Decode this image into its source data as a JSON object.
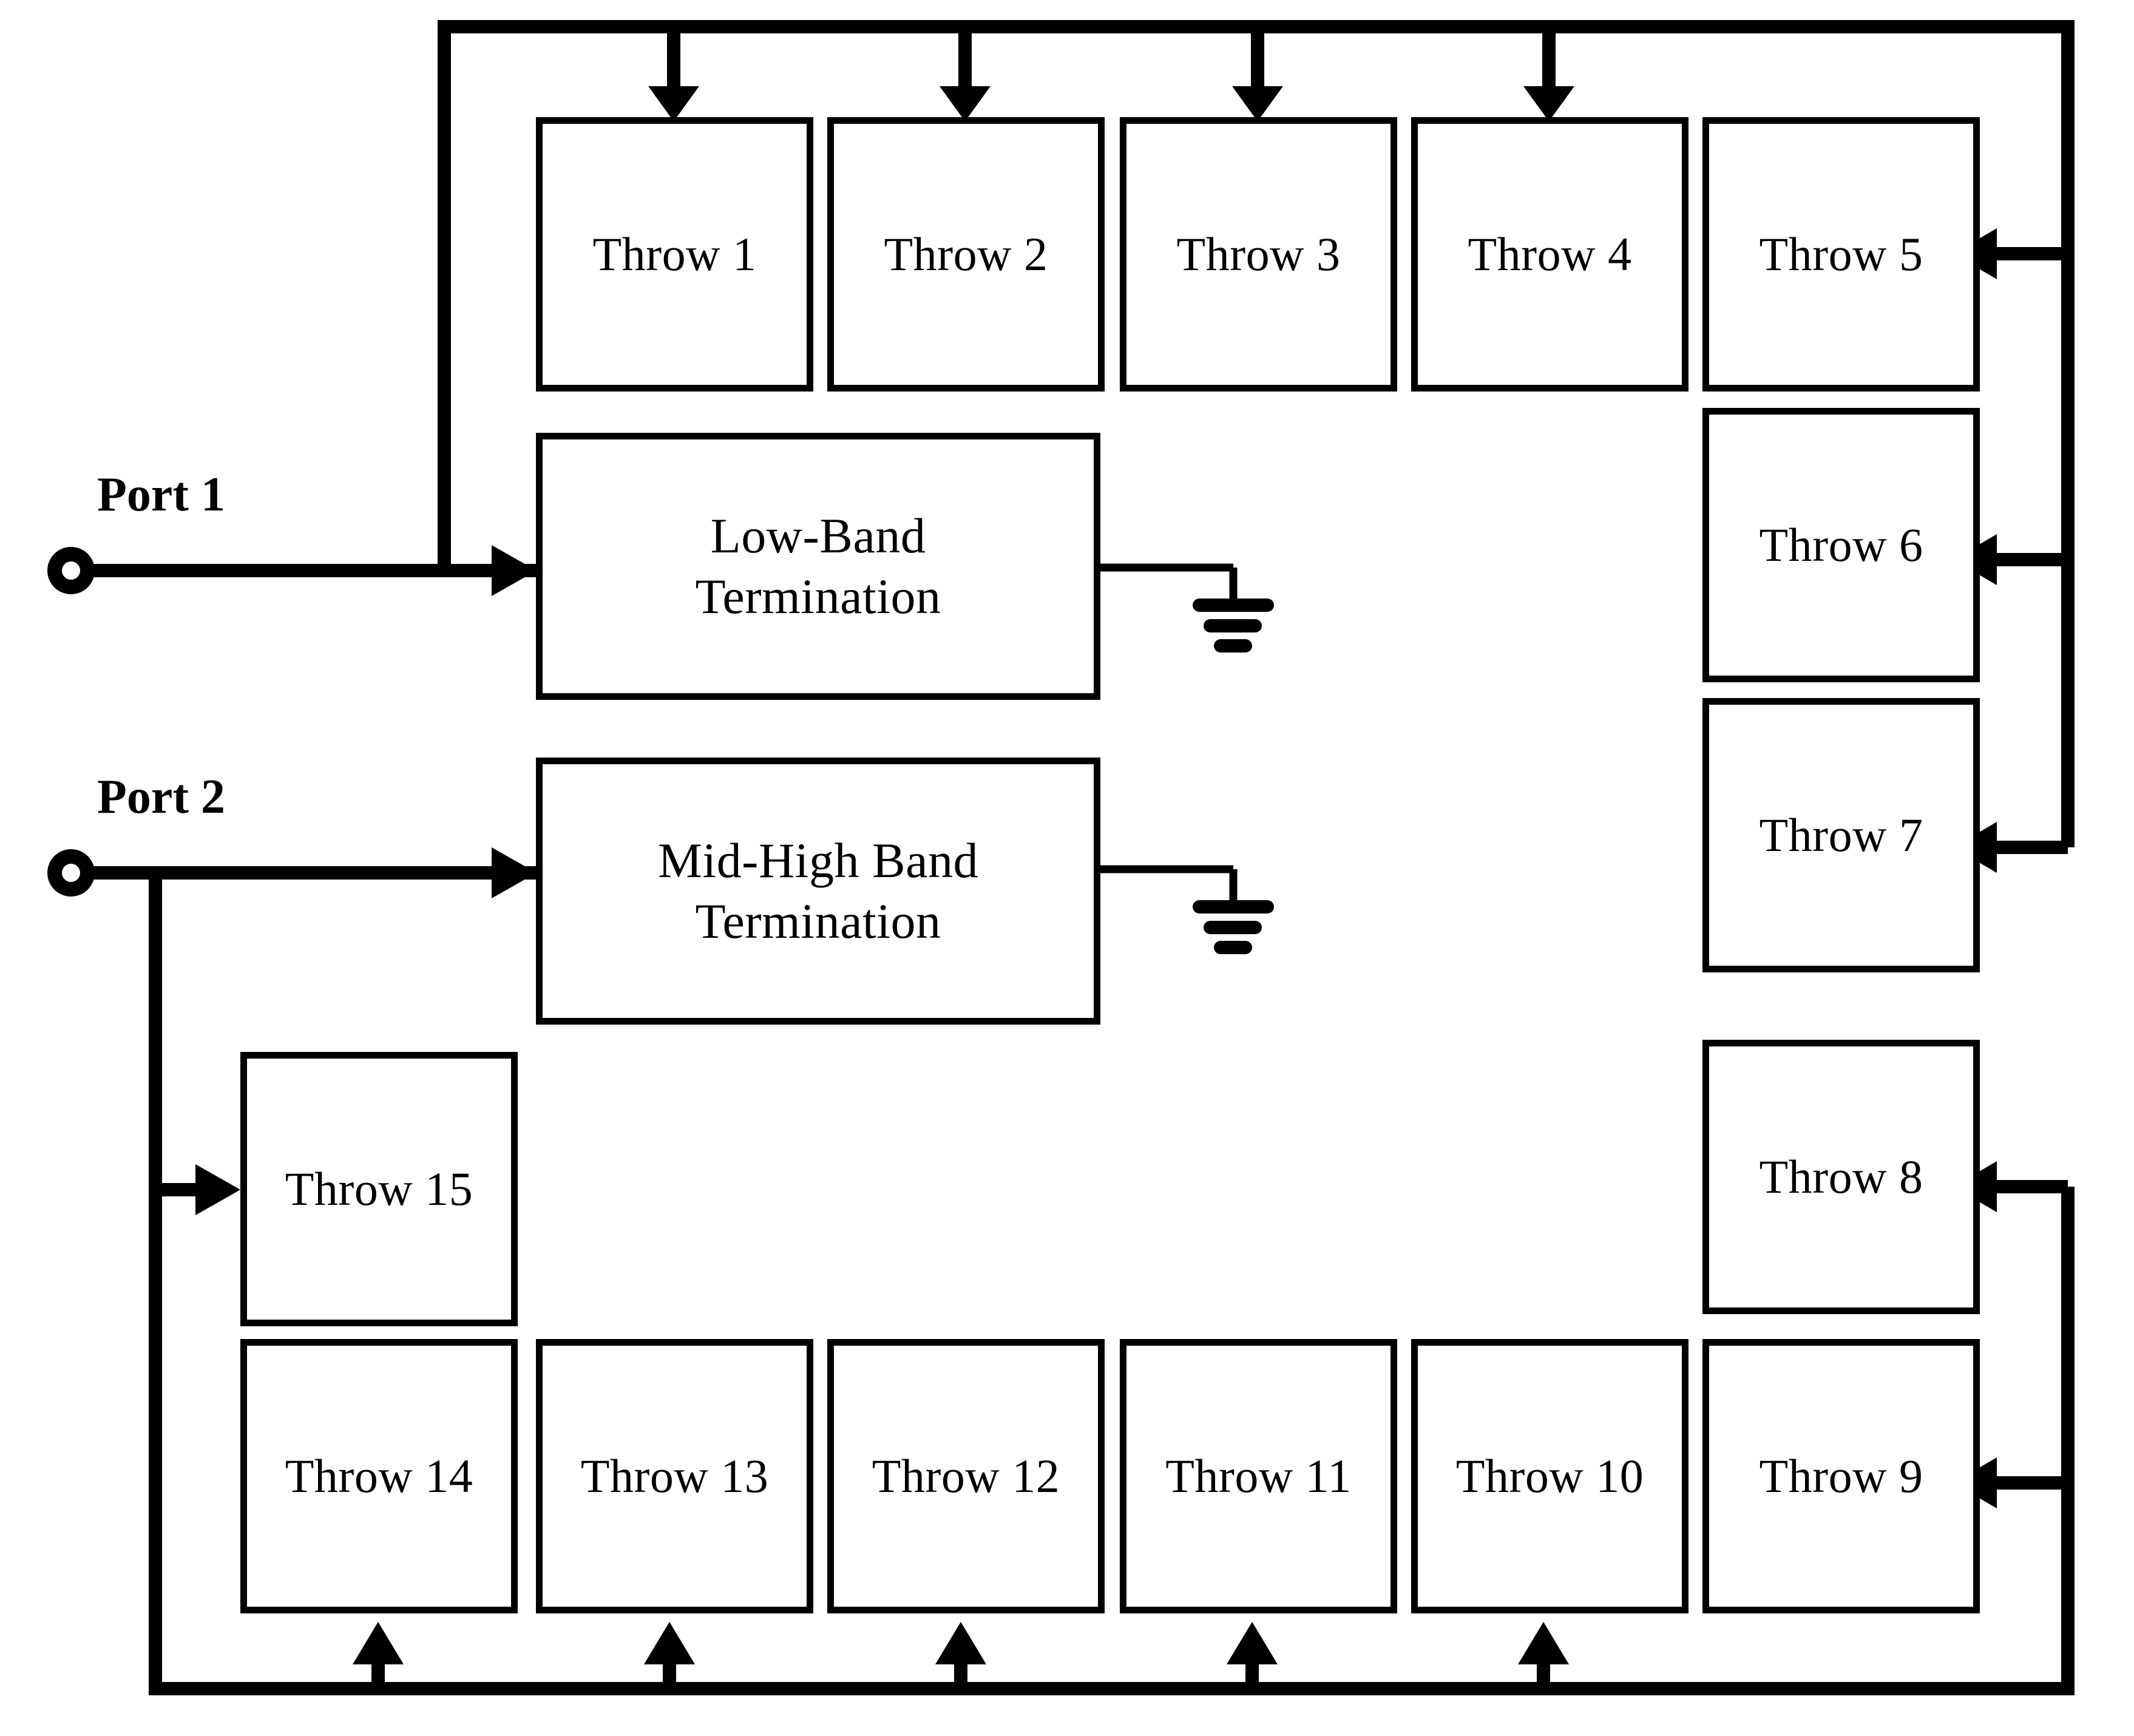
{
  "diagram": {
    "title": "",
    "line_color": "#000000",
    "background": "#ffffff",
    "ports": [
      {
        "id": "port1",
        "label": "Port 1"
      },
      {
        "id": "port2",
        "label": "Port 2"
      }
    ],
    "terminations": [
      {
        "id": "low-band-termination",
        "label": "Low-Band\nTermination",
        "line1": "Low-Band",
        "line2": "Termination"
      },
      {
        "id": "mid-high-band-termination",
        "label": "Mid-High Band\nTermination",
        "line1": "Mid-High Band",
        "line2": "Termination"
      }
    ],
    "throws": [
      {
        "id": "throw-1",
        "label": "Throw 1",
        "group": "port1"
      },
      {
        "id": "throw-2",
        "label": "Throw 2",
        "group": "port1"
      },
      {
        "id": "throw-3",
        "label": "Throw 3",
        "group": "port1"
      },
      {
        "id": "throw-4",
        "label": "Throw 4",
        "group": "port1"
      },
      {
        "id": "throw-5",
        "label": "Throw 5",
        "group": "port1"
      },
      {
        "id": "throw-6",
        "label": "Throw 6",
        "group": "port1"
      },
      {
        "id": "throw-7",
        "label": "Throw 7",
        "group": "port1"
      },
      {
        "id": "throw-8",
        "label": "Throw  8",
        "group": "port2"
      },
      {
        "id": "throw-9",
        "label": "Throw 9",
        "group": "port2"
      },
      {
        "id": "throw-10",
        "label": "Throw 10",
        "group": "port2"
      },
      {
        "id": "throw-11",
        "label": "Throw 11",
        "group": "port2"
      },
      {
        "id": "throw-12",
        "label": "Throw 12",
        "group": "port2"
      },
      {
        "id": "throw-13",
        "label": "Throw 13",
        "group": "port2"
      },
      {
        "id": "throw-14",
        "label": "Throw 14",
        "group": "port2"
      },
      {
        "id": "throw-15",
        "label": "Throw 15",
        "group": "port2"
      }
    ],
    "grounds": [
      {
        "id": "ground-low-band"
      },
      {
        "id": "ground-mid-high-band"
      }
    ]
  }
}
